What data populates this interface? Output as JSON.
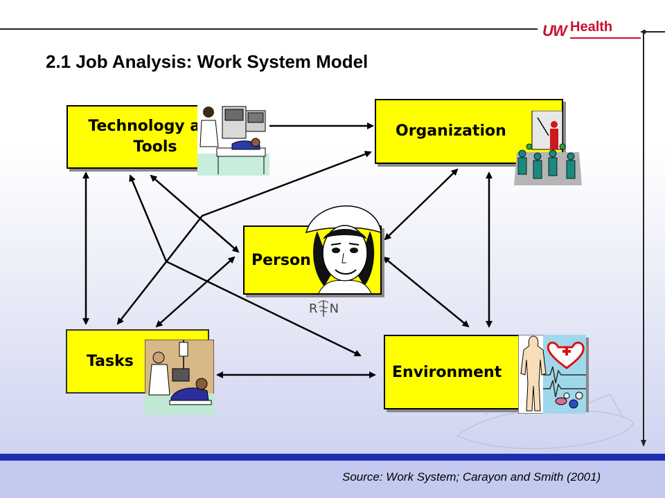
{
  "header": {
    "logo_uw": "UW",
    "logo_health": "Health",
    "title": "2.1 Job Analysis:  Work System Model"
  },
  "nodes": {
    "technology": "Technology and Tools",
    "organization": "Organization",
    "person": "Person",
    "tasks": "Tasks",
    "environment": "Environment"
  },
  "clipart": {
    "rn_badge": "R   N"
  },
  "footer": {
    "source": "Source: Work System; Carayon and Smith (2001)"
  },
  "colors": {
    "box_fill": "#ffff00",
    "brand_red": "#c8102e",
    "footer_blue": "#1b2fb0"
  }
}
